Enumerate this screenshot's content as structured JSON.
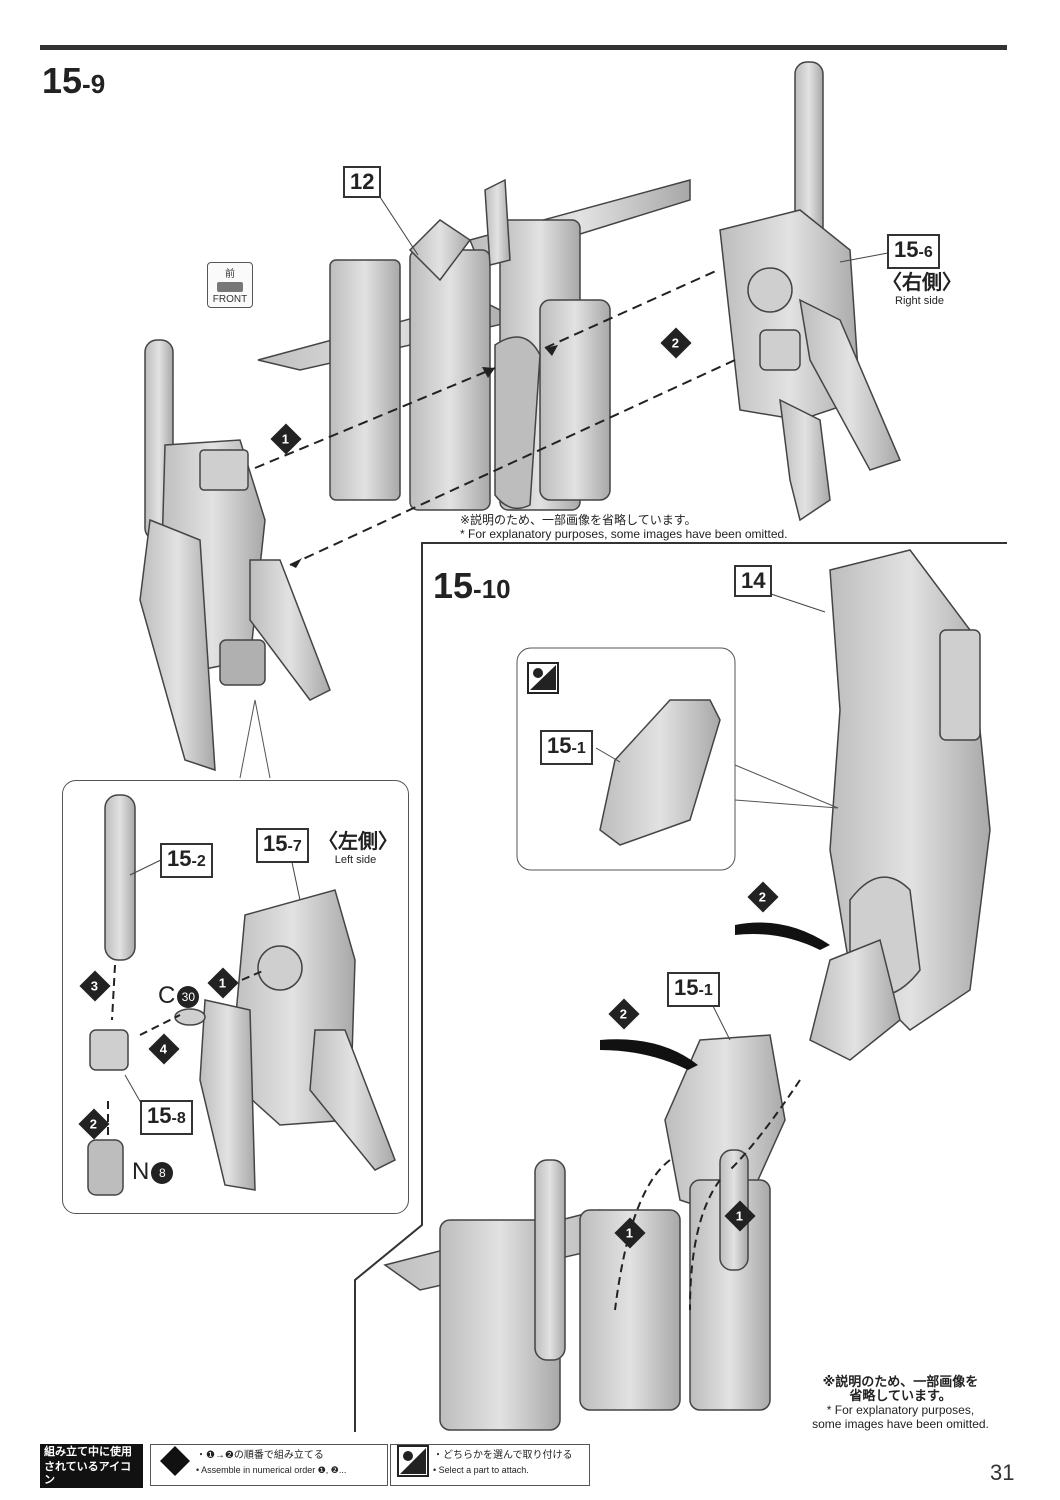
{
  "step_15_9": {
    "num": "15",
    "sub": "-9",
    "callout_12": "12",
    "callout_15_6_num": "15",
    "callout_15_6_sub": "-6",
    "right_side_jp": "〈右側〉",
    "right_side_en": "Right side",
    "front_icon_jp": "前",
    "front_icon_en": "FRONT",
    "note_jp": "※説明のため、一部画像を省略しています。",
    "note_en": "* For explanatory purposes, some images have been omitted.",
    "badge_1": "1",
    "badge_2": "2"
  },
  "detail_left": {
    "callout_15_2_num": "15",
    "callout_15_2_sub": "-2",
    "callout_15_7_num": "15",
    "callout_15_7_sub": "-7",
    "left_side_jp": "〈左側〉",
    "left_side_en": "Left side",
    "callout_15_8_num": "15",
    "callout_15_8_sub": "-8",
    "part_c": "C",
    "part_c_num": "30",
    "part_n": "N",
    "part_n_num": "8",
    "badge_1": "1",
    "badge_2": "2",
    "badge_3": "3",
    "badge_4": "4"
  },
  "step_15_10": {
    "num": "15",
    "sub": "-10",
    "callout_14": "14",
    "callout_15_1_num": "15",
    "callout_15_1_sub": "-1",
    "callout_15_1b_num": "15",
    "callout_15_1b_sub": "-1",
    "badge_1": "1",
    "badge_2": "2",
    "note_jp_1": "※説明のため、一部画像を",
    "note_jp_2": "省略しています。",
    "note_en_1": "* For explanatory purposes,",
    "note_en_2": "some images have been omitted."
  },
  "footer": {
    "title_jp_1": "組み立て中に使用",
    "title_jp_2": "されているアイコン",
    "title_en": "Symbols used in instructions",
    "assemble_jp": "・❶→❷の順番で組み立てる",
    "assemble_en": "• Assemble in numerical order ❶, ❷...",
    "select_jp": "・どちらかを選んで取り付ける",
    "select_en": "• Select a part to attach."
  },
  "page_number": "31",
  "colors": {
    "ink": "#222222",
    "part_fill": "#cfcfcf",
    "part_shade": "#9a9a9a",
    "panel_border": "#555555"
  }
}
